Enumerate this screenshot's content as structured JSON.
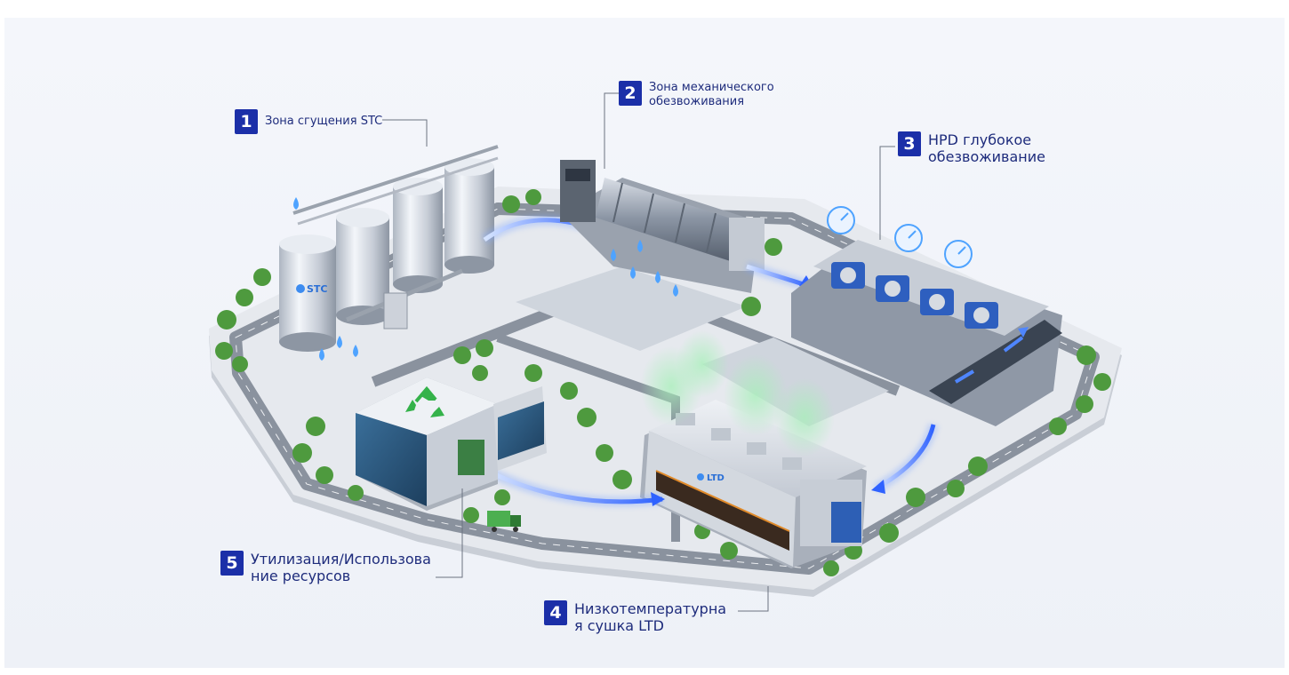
{
  "labels": [
    {
      "num": "1",
      "text": "Зона сгущения STC"
    },
    {
      "num": "2",
      "lines": [
        "Зона механического",
        "обезвоживания"
      ]
    },
    {
      "num": "3",
      "lines": [
        "HPD глубокое",
        "обезвоживание"
      ]
    },
    {
      "num": "4",
      "lines": [
        "Низкотемпературна",
        "я сушка LTD"
      ]
    },
    {
      "num": "5",
      "lines": [
        "Утилизация/Использова",
        "ние ресурсов"
      ]
    }
  ],
  "equipment_text": {
    "tank_logo": "STC",
    "dryer_logo": "LTD"
  },
  "colors": {
    "badge": "#1b2fa8",
    "label_text": "#1e2c7c",
    "flow_arrow": "#3a6cff",
    "recycle": "#34b24a",
    "vapor": "#8fe3a6",
    "water_drop": "#4fa3ff",
    "road": "#7f8896",
    "grass": "#5fae4a"
  },
  "icons": [
    "water-drop-icon",
    "recycle-icon",
    "pressure-gauge-icon",
    "flow-arrow-icon"
  ]
}
